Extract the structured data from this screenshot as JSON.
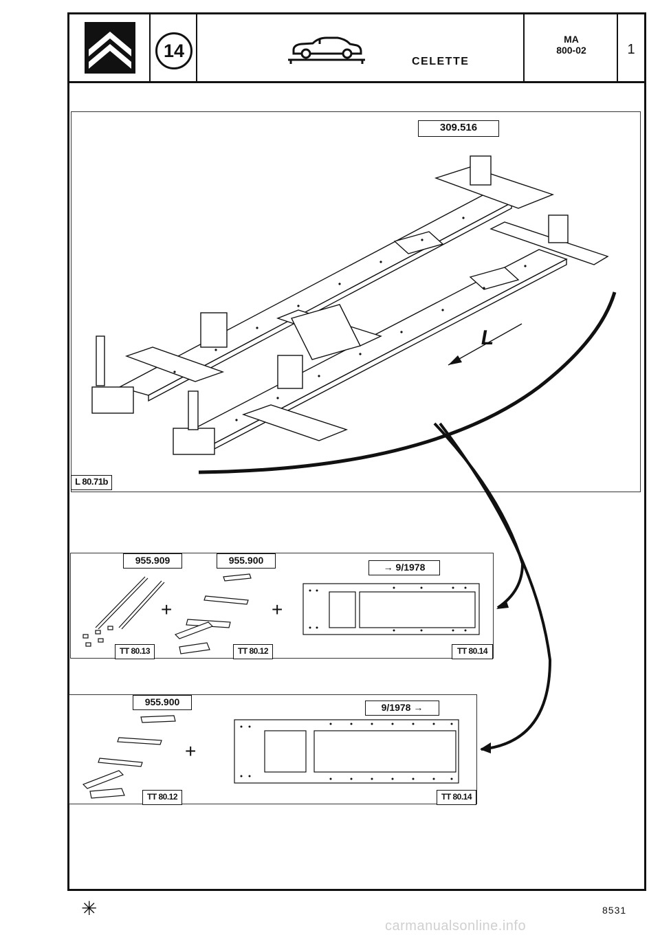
{
  "header": {
    "section_number": "14",
    "brand": "CELETTE",
    "ref_line1": "MA",
    "ref_line2": "800-02",
    "page": "1"
  },
  "main_figure": {
    "part_label": "309.516",
    "arrow_label": "L",
    "figure_code": "L 80.71b"
  },
  "kit_pre1978": {
    "part_a": "955.909",
    "part_b": "955.900",
    "date_label": "→ 9/1978",
    "tt_a": "TT 80.13",
    "tt_b": "TT 80.12",
    "tt_c": "TT 80.14",
    "plus": "+"
  },
  "kit_post1978": {
    "part": "955.900",
    "date_label": "9/1978 →",
    "tt_a": "TT 80.12",
    "tt_b": "TT 80.14",
    "plus": "+"
  },
  "footer": {
    "symbol": "✳",
    "code": "8531",
    "watermark": "carmanualsonline.info"
  }
}
